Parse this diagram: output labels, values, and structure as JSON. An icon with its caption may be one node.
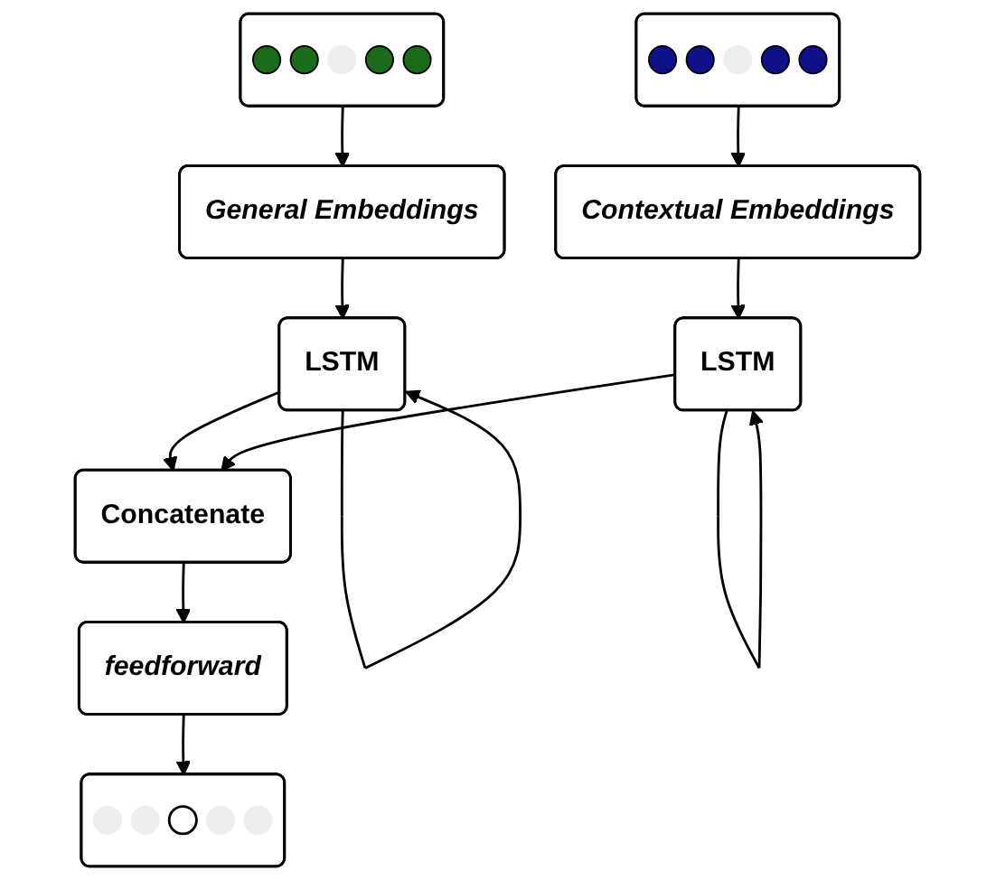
{
  "diagram": {
    "nodes": [
      {
        "text": [],
        "shape": "box"
      },
      {
        "text": [],
        "shape": "box"
      },
      {
        "text": [
          "General Embeddings"
        ]
      },
      {
        "text": [
          "Contextual Embeddings"
        ]
      },
      {
        "text": [
          "LSTM"
        ]
      },
      {
        "text": [
          "LSTM"
        ]
      },
      {
        "text": [
          "Concatenate"
        ]
      },
      {
        "text": [
          "feedforward"
        ]
      },
      {
        "text": [],
        "shape": "box"
      }
    ],
    "edges": [
      {
        "from": 0,
        "to": 2,
        "arrow": "to"
      },
      {
        "from": 1,
        "to": 3,
        "arrow": "to"
      },
      {
        "from": 2,
        "to": 4,
        "arrow": "to"
      },
      {
        "from": 3,
        "to": 5,
        "arrow": "to"
      },
      {
        "from": 4,
        "to": 4,
        "arrow": "to"
      },
      {
        "from": 5,
        "to": 5,
        "arrow": "to"
      },
      {
        "from": 4,
        "to": 6,
        "arrow": "to"
      },
      {
        "from": 5,
        "to": 6,
        "arrow": "to"
      },
      {
        "from": 6,
        "to": 7,
        "arrow": "to"
      },
      {
        "from": 7,
        "to": 8,
        "arrow": "to"
      }
    ]
  }
}
